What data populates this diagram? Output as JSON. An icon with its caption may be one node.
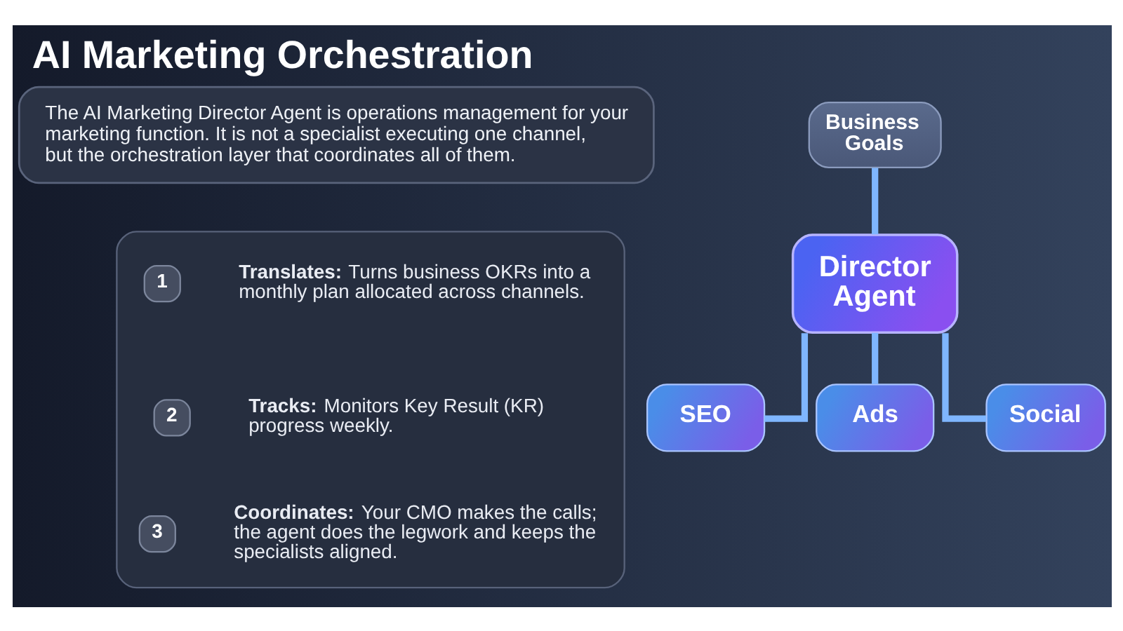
{
  "diagram": {
    "title": "AI Marketing Orchestration",
    "nodes": [
      {
        "text": [
          "The AI Marketing Director Agent is operations management for your marketing function. It is not a specialist executing one channel, but the orchestration layer that coordinates all of them."
        ]
      },
      {
        "text": [],
        "shape": "box"
      },
      {
        "text": [
          "1"
        ],
        "in": 1,
        "beside": [
          "**Translates:** Turns business OKRs into a monthly plan allocated across channels."
        ]
      },
      {
        "text": [
          "2"
        ],
        "in": 1,
        "beside": [
          "**Tracks:** Monitors Key Result (KR) progress weekly."
        ]
      },
      {
        "text": [
          "3"
        ],
        "in": 1,
        "beside": [
          "**Coordinates:** Your CMO makes the calls; the agent does the legwork and keeps the specialists aligned."
        ]
      },
      {
        "text": [
          "Business Goals"
        ]
      },
      {
        "text": [
          "Director Agent"
        ]
      },
      {
        "text": [
          "SEO"
        ]
      },
      {
        "text": [
          "Ads"
        ]
      },
      {
        "text": [
          "Social"
        ]
      }
    ],
    "edges": [
      {
        "from": 5,
        "to": 6,
        "arrow": "none"
      },
      {
        "from": 6,
        "to": 7,
        "arrow": "none"
      },
      {
        "from": 6,
        "to": 8,
        "arrow": "none"
      },
      {
        "from": 6,
        "to": 9,
        "arrow": "none"
      }
    ]
  }
}
